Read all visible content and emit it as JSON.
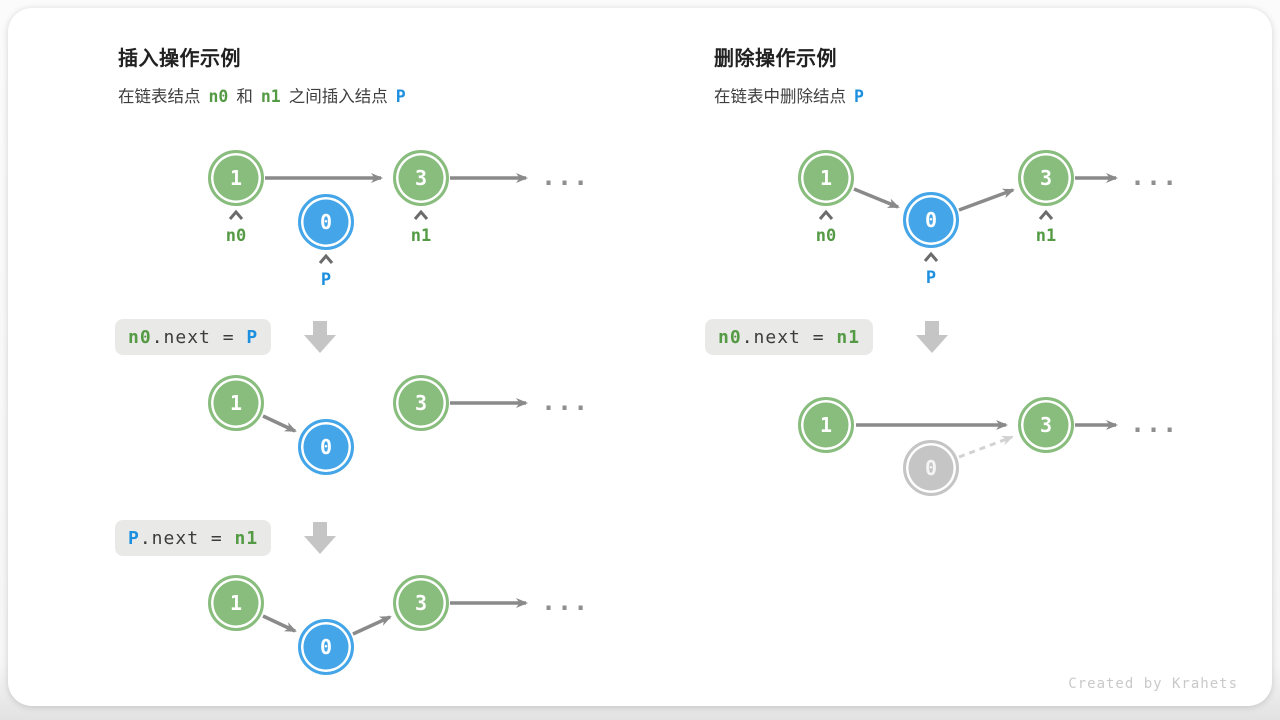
{
  "colors": {
    "green_node": "#89bd7e",
    "green_text": "#559b45",
    "blue_node": "#44a6e8",
    "blue_text": "#1d8fdf",
    "gray_node": "#c5c5c5",
    "arrow": "#8a8a8a",
    "block_arrow": "#c5c5c5",
    "code_box_bg": "#e9e9e8"
  },
  "insert_section": {
    "title": "插入操作示例",
    "subtitle": {
      "part1": "在链表结点",
      "code1": "n0",
      "part2": "和",
      "code2": "n1",
      "part3": "之间插入结点",
      "code3": "P"
    },
    "step1_code": {
      "lhs": "n0",
      "mid": ".next = ",
      "rhs": "P"
    },
    "step2_code": {
      "lhs": "P",
      "mid": ".next = ",
      "rhs": "n1"
    }
  },
  "delete_section": {
    "title": "删除操作示例",
    "subtitle": {
      "part1": "在链表中删除结点",
      "code1": "P"
    },
    "step1_code": {
      "lhs": "n0",
      "mid": ".next = ",
      "rhs": "n1"
    }
  },
  "node_values": {
    "first": "1",
    "inserted": "0",
    "second": "3"
  },
  "labels": {
    "n0": "n0",
    "n1": "n1",
    "p": "P"
  },
  "ellipsis": "...",
  "credit": "Created by Krahets"
}
